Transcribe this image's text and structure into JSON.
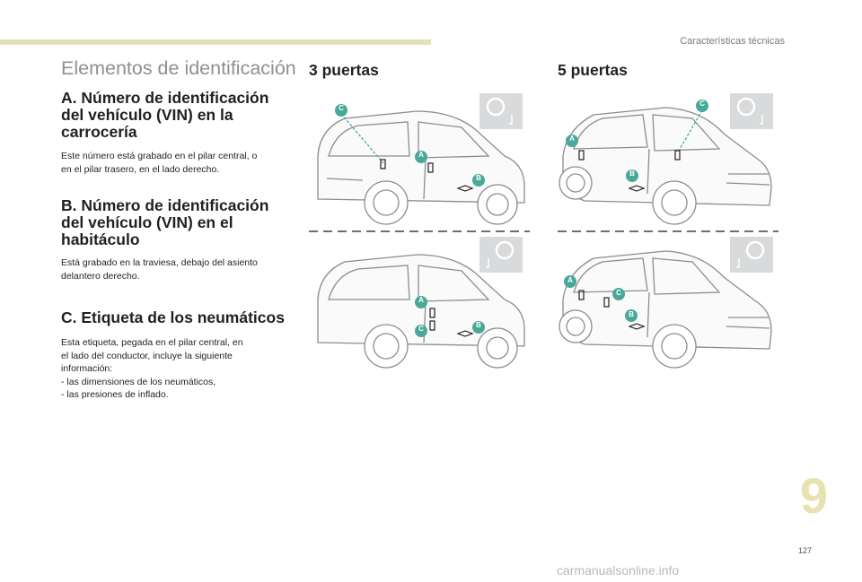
{
  "header": {
    "section": "Características técnicas"
  },
  "title": "Elementos de identificación",
  "sections": [
    {
      "heading": [
        "A. Número de identificación",
        "del vehículo (VIN) en la",
        "carrocería"
      ],
      "body": [
        "Este número está grabado en el pilar central, o",
        "en el pilar trasero, en el lado derecho."
      ]
    },
    {
      "heading": [
        "B. Número de identificación",
        "del vehículo (VIN) en el",
        "habitáculo"
      ],
      "body": [
        "Está grabado en la traviesa, debajo del asiento",
        "delantero derecho."
      ]
    },
    {
      "heading": [
        "C. Etiqueta de los neumáticos"
      ],
      "body": [
        "Esta etiqueta, pegada en el pilar central, en",
        "el lado del conductor, incluye la siguiente",
        "información:",
        "-    las dimensiones de los neumáticos,",
        "-    las presiones de inflado."
      ]
    }
  ],
  "diagram": {
    "col1_title": "3 puertas",
    "col2_title": "5 puertas",
    "markers": {
      "a": "A",
      "b": "B",
      "c": "C"
    },
    "accent_color": "#4aa89a"
  },
  "chapter_number": "9",
  "page_number": "127",
  "watermark": "carmanualsonline.info"
}
